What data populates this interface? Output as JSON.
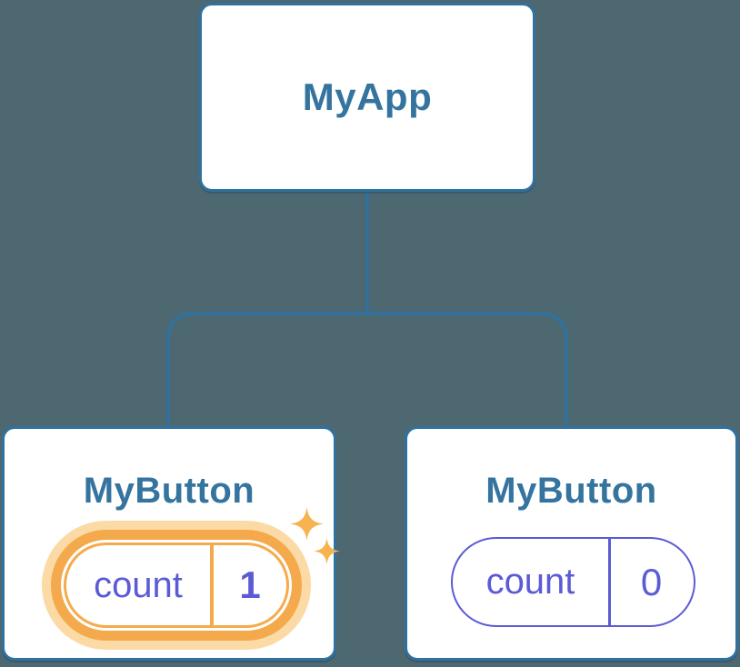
{
  "diagram": {
    "description": "React component tree with state pills",
    "root": {
      "label": "MyApp"
    },
    "children": [
      {
        "label": "MyButton",
        "state": {
          "key": "count",
          "value": "1"
        },
        "highlighted": true,
        "sparkles": true
      },
      {
        "label": "MyButton",
        "state": {
          "key": "count",
          "value": "0"
        },
        "highlighted": false,
        "sparkles": false
      }
    ]
  },
  "colors": {
    "background": "#4e6872",
    "node_background": "#ffffff",
    "node_border": "#2f719f",
    "node_text": "#35749e",
    "connector_line": "#2f719f",
    "state_text": "#5b5bd6",
    "state_border": "#5b5bd6",
    "highlight_ring": "#f4a94c",
    "highlight_border": "#f5ab4d",
    "highlight_glow": "#fbdaa6",
    "sparkle": "#f6b34f"
  }
}
